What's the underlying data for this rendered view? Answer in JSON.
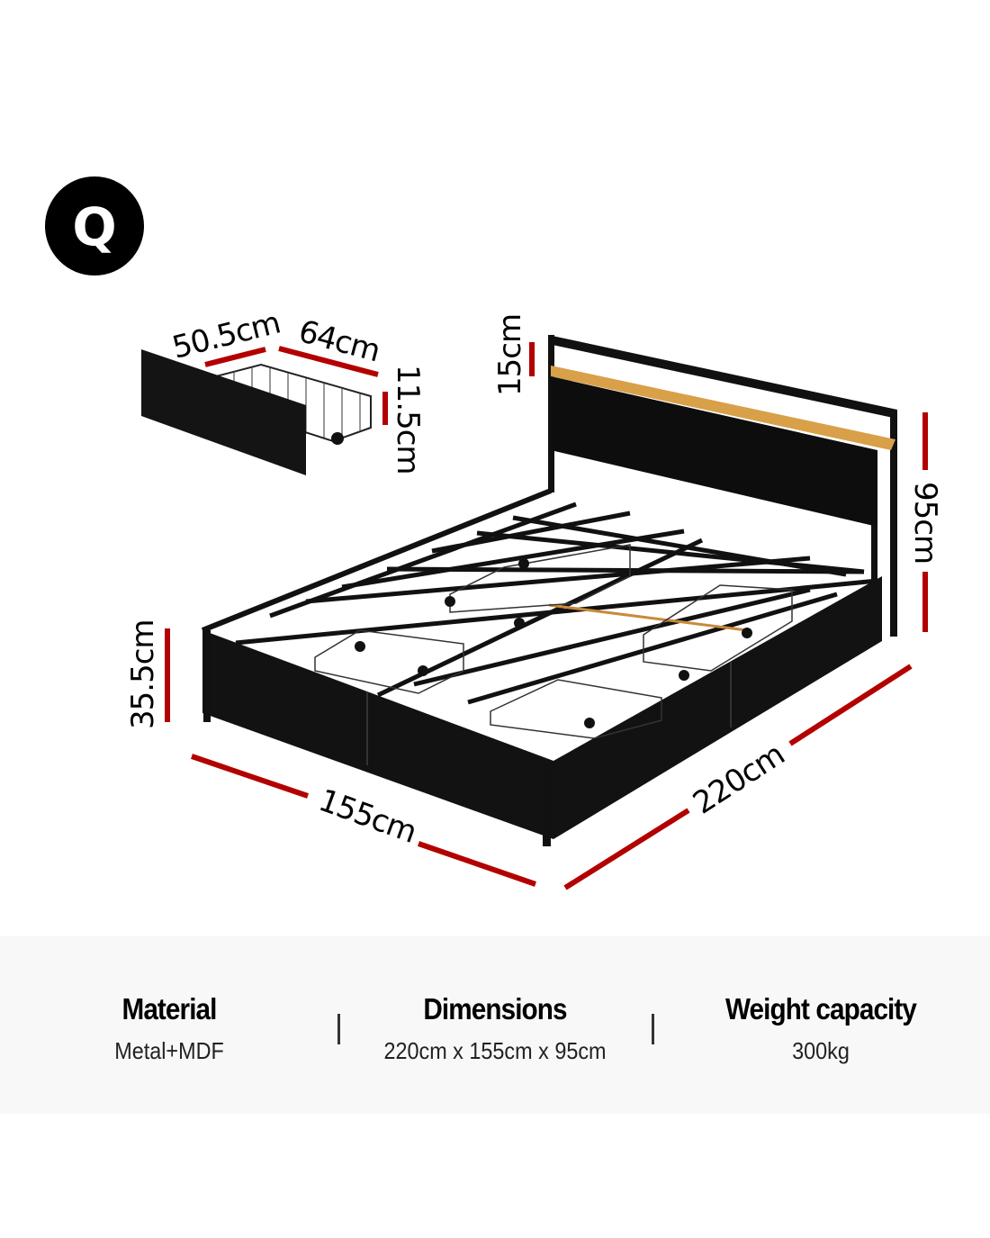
{
  "badge": {
    "letter": "Q"
  },
  "dimensions": {
    "drawer_width": "50.5cm",
    "drawer_depth": "64cm",
    "drawer_height": "11.5cm",
    "shelf_height": "15cm",
    "headboard_height": "95cm",
    "base_height": "35.5cm",
    "bed_width": "155cm",
    "bed_length": "220cm"
  },
  "specs": [
    {
      "title": "Material",
      "value": "Metal+MDF"
    },
    {
      "title": "Dimensions",
      "value": "220cm x 155cm x 95cm"
    },
    {
      "title": "Weight capacity",
      "value": "300kg"
    }
  ],
  "colors": {
    "dimension_line": "#b30000",
    "wood": "#d9a04a",
    "frame": "#111111",
    "band": "#f8f8f8"
  }
}
